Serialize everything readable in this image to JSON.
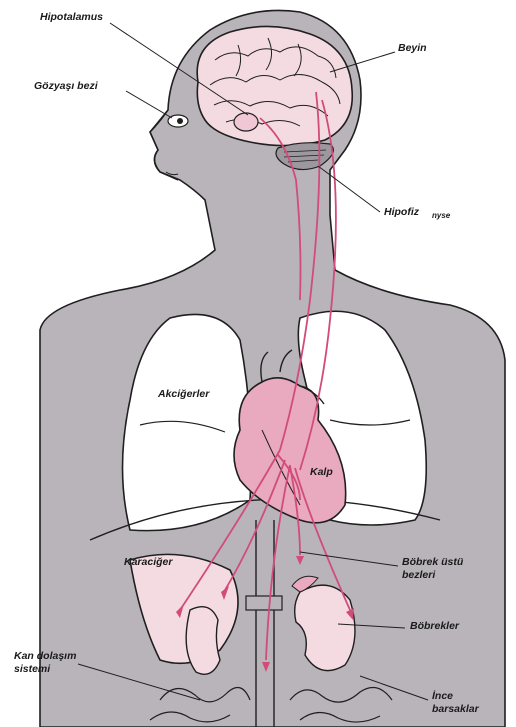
{
  "labels": {
    "hypothalamus": "Hipotalamus",
    "brain": "Beyin",
    "tear_gland": "Gözyaşı bezi",
    "pituitary": "Hipofiz",
    "pituitary_note": "nyse",
    "lungs": "Akciğerler",
    "heart": "Kalp",
    "liver": "Karaciğer",
    "adrenal_1": "Böbrek üstü",
    "adrenal_2": "bezleri",
    "kidneys": "Böbrekler",
    "circulation_1": "Kan dolaşım",
    "circulation_2": "sistemi",
    "intestine_1": "İnce",
    "intestine_2": "barsaklar"
  },
  "colors": {
    "skin": "#b8b4ba",
    "organ_fill": "#f4dbe2",
    "heart_fill": "#e9a9bf",
    "vessel": "#d14c7a",
    "outline": "#1f1f1f"
  }
}
